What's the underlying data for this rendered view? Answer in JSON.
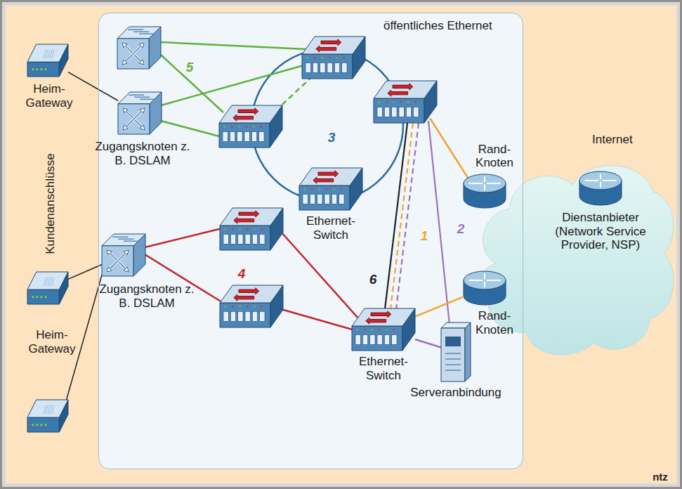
{
  "diagram": {
    "nodes": [
      {
        "text": [
          "öffentliches Ethernet"
        ]
      },
      {
        "text": [
          "Heim- Gateway"
        ]
      },
      {
        "text": [
          "Zugangsknoten z. B. DSLAM"
        ],
        "in": 0
      },
      {
        "text": [
          "Ethernet- Switch"
        ],
        "in": 0
      },
      {
        "text": [
          "Rand- Knoten"
        ]
      },
      {
        "text": [
          "Internet"
        ]
      },
      {
        "text": [
          "Dienstanbieter (Network Service Provider, NSP)"
        ],
        "in": 5
      },
      {
        "text": [
          "Rand- Knoten"
        ]
      },
      {
        "text": [
          "Zugangsknoten z. B. DSLAM"
        ],
        "in": 0
      },
      {
        "text": [
          "Heim- Gateway"
        ]
      },
      {
        "text": [
          "Ethernet- Switch"
        ],
        "in": 0
      },
      {
        "text": [
          "Serveranbindung"
        ],
        "in": 0
      }
    ],
    "edges": [
      {
        "from": 1,
        "to": 2,
        "arrow": "none"
      },
      {
        "from": 9,
        "to": 8,
        "arrow": "none"
      },
      {
        "from": 10,
        "to": 7,
        "arrow": "none"
      },
      {
        "from": 10,
        "to": 11,
        "arrow": "none"
      }
    ],
    "labels": [
      "Kundenanschlüsse",
      "5",
      "3",
      "1",
      "2",
      "6",
      "4",
      "ntz"
    ]
  }
}
